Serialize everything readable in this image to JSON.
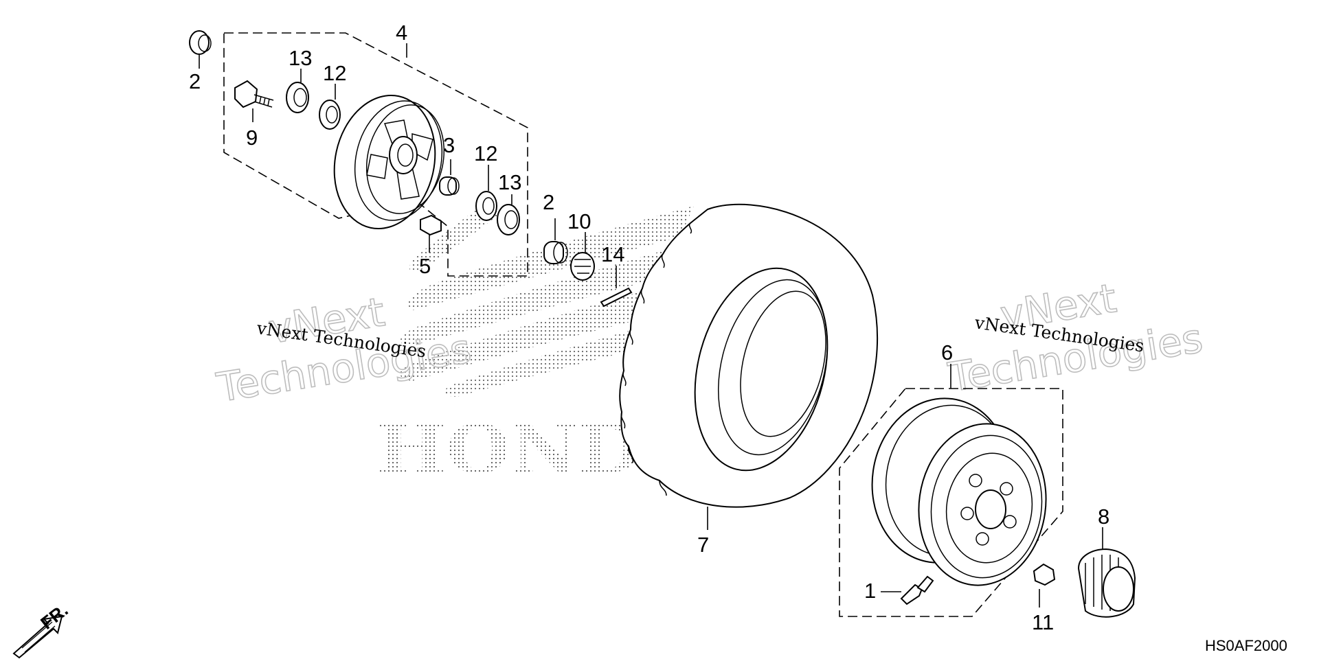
{
  "diagram": {
    "drawing_code": "HS0AF2000",
    "front_arrow_label": "FR.",
    "brand_watermark": "HONDA",
    "watermarks": {
      "small_left": "vNext Technologies",
      "small_right": "vNext Technologies",
      "big_word1": "vNext",
      "big_word2": "Technologies"
    },
    "callouts": {
      "c1": "1",
      "c2a": "2",
      "c2b": "2",
      "c3": "3",
      "c4": "4",
      "c5": "5",
      "c6": "6",
      "c7": "7",
      "c8": "8",
      "c9": "9",
      "c10": "10",
      "c11": "11",
      "c12a": "12",
      "c12b": "12",
      "c13a": "13",
      "c13b": "13",
      "c14": "14"
    }
  }
}
